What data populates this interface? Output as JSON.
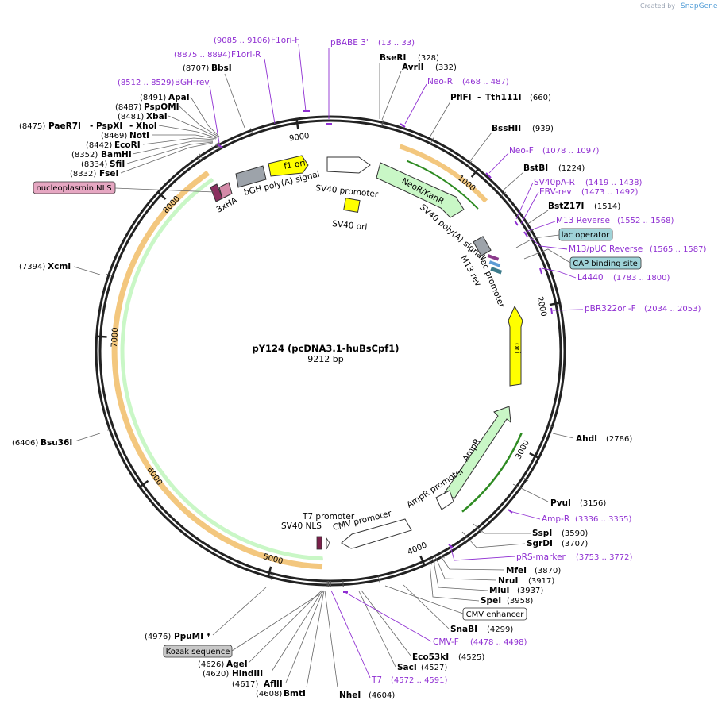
{
  "app": {
    "credit_prefix": "Created by",
    "credit_brand": "SnapGene"
  },
  "plasmid": {
    "name": "pY124 (pcDNA3.1-huBsCpf1)",
    "size": "9212 bp",
    "length": 9212
  },
  "ticks": [
    {
      "bp": 1000,
      "label": "1000"
    },
    {
      "bp": 2000,
      "label": "2000"
    },
    {
      "bp": 3000,
      "label": "3000"
    },
    {
      "bp": 4000,
      "label": "4000"
    },
    {
      "bp": 5000,
      "label": "5000"
    },
    {
      "bp": 6000,
      "label": "6000"
    },
    {
      "bp": 7000,
      "label": "7000"
    },
    {
      "bp": 8000,
      "label": "8000"
    },
    {
      "bp": 9000,
      "label": "9000"
    }
  ],
  "sites": [
    {
      "name": "BseRI",
      "pos": "(328)",
      "bp": 328,
      "side": "right"
    },
    {
      "name": "AvrII",
      "pos": "(332)",
      "bp": 332,
      "side": "right"
    },
    {
      "name": "PflFI",
      "pos": "(660)",
      "bp": 660,
      "side": "right",
      "extra": "Tth111I"
    },
    {
      "name": "BssHII",
      "pos": "(939)",
      "bp": 939,
      "side": "right"
    },
    {
      "name": "BstBI",
      "pos": "(1224)",
      "bp": 1224,
      "side": "right"
    },
    {
      "name": "BstZ17I",
      "pos": "(1514)",
      "bp": 1514,
      "side": "right"
    },
    {
      "name": "AhdI",
      "pos": "(2786)",
      "bp": 2786,
      "side": "right"
    },
    {
      "name": "PvuI",
      "pos": "(3156)",
      "bp": 3156,
      "side": "right"
    },
    {
      "name": "SspI",
      "pos": "(3590)",
      "bp": 3590,
      "side": "right"
    },
    {
      "name": "SgrDI",
      "pos": "(3707)",
      "bp": 3707,
      "side": "right"
    },
    {
      "name": "MfeI",
      "pos": "(3870)",
      "bp": 3870,
      "side": "right"
    },
    {
      "name": "NruI",
      "pos": "(3917)",
      "bp": 3917,
      "side": "right"
    },
    {
      "name": "MluI",
      "pos": "(3937)",
      "bp": 3937,
      "side": "right"
    },
    {
      "name": "SpeI",
      "pos": "(3958)",
      "bp": 3958,
      "side": "right"
    },
    {
      "name": "SnaBI",
      "pos": "(4299)",
      "bp": 4299,
      "side": "right"
    },
    {
      "name": "Eco53kI",
      "pos": "(4525)",
      "bp": 4525,
      "side": "right"
    },
    {
      "name": "SacI",
      "pos": "(4527)",
      "bp": 4527,
      "side": "right"
    },
    {
      "name": "NheI",
      "pos": "(4604)",
      "bp": 4604,
      "side": "left"
    },
    {
      "name": "BmtI",
      "pos": "(4608)",
      "bp": 4608,
      "side": "left"
    },
    {
      "name": "AflII",
      "pos": "(4617)",
      "bp": 4617,
      "side": "left"
    },
    {
      "name": "HindIII",
      "pos": "(4620)",
      "bp": 4620,
      "side": "left"
    },
    {
      "name": "AgeI",
      "pos": "(4626)",
      "bp": 4626,
      "side": "left"
    },
    {
      "name": "PpuMI *",
      "pos": "(4976)",
      "bp": 4976,
      "side": "left"
    },
    {
      "name": "Bsu36I",
      "pos": "(6406)",
      "bp": 6406,
      "side": "left"
    },
    {
      "name": "XcmI",
      "pos": "(7394)",
      "bp": 7394,
      "side": "left"
    },
    {
      "name": "FseI",
      "pos": "(8332)",
      "bp": 8332,
      "side": "left"
    },
    {
      "name": "SfiI",
      "pos": "(8334)",
      "bp": 8334,
      "side": "left"
    },
    {
      "name": "BamHI",
      "pos": "(8352)",
      "bp": 8352,
      "side": "left"
    },
    {
      "name": "EcoRI",
      "pos": "(8442)",
      "bp": 8442,
      "side": "left"
    },
    {
      "name": "NotI",
      "pos": "(8469)",
      "bp": 8469,
      "side": "left"
    },
    {
      "name": "PaeR7I",
      "pos": "(8475)",
      "bp": 8475,
      "side": "left",
      "extra": "PspXI - XhoI"
    },
    {
      "name": "XbaI",
      "pos": "(8481)",
      "bp": 8481,
      "side": "left"
    },
    {
      "name": "PspOMI",
      "pos": "(8487)",
      "bp": 8487,
      "side": "left"
    },
    {
      "name": "ApaI",
      "pos": "(8491)",
      "bp": 8491,
      "side": "left"
    },
    {
      "name": "BbsI",
      "pos": "(8707)",
      "bp": 8707,
      "side": "left"
    }
  ],
  "primers": [
    {
      "name": "pBABE 3'",
      "range": "(13 .. 33)",
      "bp": 23
    },
    {
      "name": "Neo-R",
      "range": "(468 .. 487)",
      "bp": 478
    },
    {
      "name": "Neo-F",
      "range": "(1078 .. 1097)",
      "bp": 1088
    },
    {
      "name": "SV40pA-R",
      "range": "(1419 .. 1438)",
      "bp": 1429
    },
    {
      "name": "EBV-rev",
      "range": "(1473 .. 1492)",
      "bp": 1483
    },
    {
      "name": "M13 Reverse",
      "range": "(1552 .. 1568)",
      "bp": 1560
    },
    {
      "name": "M13/pUC Reverse",
      "range": "(1565 .. 1587)",
      "bp": 1576
    },
    {
      "name": "L4440",
      "range": "(1783 .. 1800)",
      "bp": 1791
    },
    {
      "name": "pBR322ori-F",
      "range": "(2034 .. 2053)",
      "bp": 2044
    },
    {
      "name": "Amp-R",
      "range": "(3336 .. 3355)",
      "bp": 3346
    },
    {
      "name": "pRS-marker",
      "range": "(3753 .. 3772)",
      "bp": 3763
    },
    {
      "name": "CMV-F",
      "range": "(4478 .. 4498)",
      "bp": 4488
    },
    {
      "name": "T7",
      "range": "(4572 .. 4591)",
      "bp": 4582
    },
    {
      "name": "BGH-rev",
      "range": "(8512 .. 8529)",
      "bp": 8520
    },
    {
      "name": "F1ori-R",
      "range": "(8875 .. 8894)",
      "bp": 8885
    },
    {
      "name": "F1ori-F",
      "range": "(9085 .. 9106)",
      "bp": 9095
    }
  ],
  "boxes": {
    "lac_operator": "lac operator",
    "cap_site": "CAP binding site",
    "cmv_enhancer": "CMV enhancer",
    "kozak": "Kozak sequence",
    "nucleoplasmin": "nucleoplasmin NLS"
  },
  "features": {
    "f1_ori": "f1 ori",
    "bgh": "bGH poly(A) signal",
    "sv40_promoter_top": "SV40 promoter",
    "sv40_ori": "SV40 ori",
    "neo": "NeoR/KanR",
    "sv40_polya": "SV40 poly(A) signal",
    "m13_rev": "M13 rev",
    "lac_promoter": "lac promoter",
    "ori": "ori",
    "ampr": "AmpR",
    "ampr_promoter": "AmpR promoter",
    "cmv_promoter": "CMV promoter",
    "t7_promoter": "T7 promoter",
    "sv40_nls": "SV40 NLS",
    "ha": "3xHA"
  },
  "colors": {
    "primer": "#8f2fd2",
    "backbone": "#222222",
    "orf_green": "#c9f7c6",
    "orf_orange": "#f3c77e",
    "ori_yellow": "#ffff00",
    "box_teal": "#9fd3d8"
  }
}
